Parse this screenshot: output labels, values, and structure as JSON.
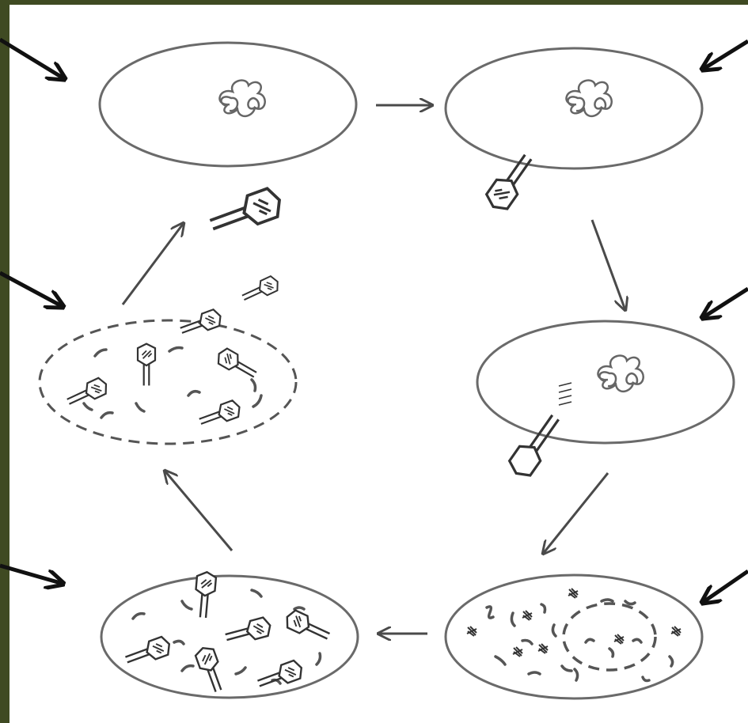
{
  "diagram": {
    "type": "lytic-cycle",
    "stages": [
      {
        "id": "stage-1-bacterium"
      },
      {
        "id": "stage-2-attachment"
      },
      {
        "id": "stage-3-injection"
      },
      {
        "id": "stage-4-synthesis"
      },
      {
        "id": "stage-5-assembly"
      },
      {
        "id": "stage-6-lysis"
      }
    ],
    "colors": {
      "frame": "#3f4a22",
      "background": "#ffffff",
      "outline": "#6a6a6a",
      "arrow": "#4a4a4a",
      "pointer": "#111111"
    },
    "icons": [
      "bacteriophage-icon",
      "bacterial-dna-icon",
      "cycle-arrow-icon",
      "label-pointer-icon"
    ]
  }
}
